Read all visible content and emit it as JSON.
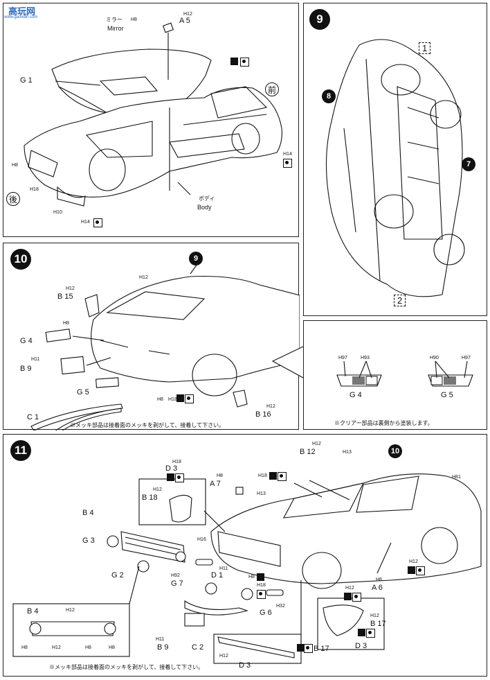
{
  "watermark": {
    "brand": "高玩网",
    "domain": "www.gaowan.com"
  },
  "step8": {
    "mirror_jp": "ミラー",
    "mirror_h": "H8",
    "mirror_part": "A 5",
    "mirror_part_h": "H12",
    "mirror_en": "Mirror",
    "g1": "G 1",
    "front_jp": "前",
    "rear_jp": "後",
    "body_jp": "ボディ",
    "body_en": "Body",
    "h8": "H8",
    "h18": "H18",
    "h10": "H10",
    "h14a": "H14",
    "h14b": "H14"
  },
  "step9": {
    "num": "9",
    "c1": "1",
    "c2": "2",
    "c7": "7",
    "c8": "8"
  },
  "step10": {
    "num": "10",
    "ref": "9",
    "b15": "B 15",
    "g4": "G 4",
    "b9": "B 9",
    "g5": "G 5",
    "c1": "C 1",
    "b16": "B 16",
    "h12a": "H12",
    "h12b": "H12",
    "h8a": "H8",
    "h11": "H11",
    "h8b": "H8",
    "h18": "H18",
    "h12c": "H12",
    "note": "※メッキ部品は接着面のメッキを剥がして、接着して下さい。"
  },
  "clear": {
    "g4": "G 4",
    "g5": "G 5",
    "h97a": "H97",
    "h93": "H93",
    "h90": "H90",
    "h97b": "H97",
    "note": "※クリアー部品は裏側から塗装します。"
  },
  "step11": {
    "num": "11",
    "ref": "10",
    "d3a": "D 3",
    "b18": "B 18",
    "a7": "A 7",
    "b12": "B 12",
    "b4": "B 4",
    "g3": "G 3",
    "g2": "G 2",
    "g7": "G 7",
    "d1": "D 1",
    "g6": "G 6",
    "a6": "A 6",
    "b17a": "B 17",
    "d3b": "D 3",
    "b4inset": "B 4",
    "b9": "B 9",
    "c2": "C 2",
    "d3c": "D 3",
    "b17b": "B 17",
    "h18a": "H18",
    "h12a": "H12",
    "h8a": "H8",
    "h18b": "H18",
    "h13": "H13",
    "h12b": "H12",
    "h13b": "H13",
    "h81": "H81",
    "h16": "H16",
    "h92": "H92",
    "h11": "H11",
    "h8b": "H8",
    "h18c": "H18",
    "h32": "H32",
    "h12c": "H12",
    "h12d": "H12",
    "h8c": "H8",
    "h12e": "H12",
    "h8d": "H8",
    "h8e": "H8",
    "h11b": "H11",
    "h12f": "H12",
    "note": "※メッキ部品は接着面のメッキを剥がして、接着して下さい。"
  }
}
